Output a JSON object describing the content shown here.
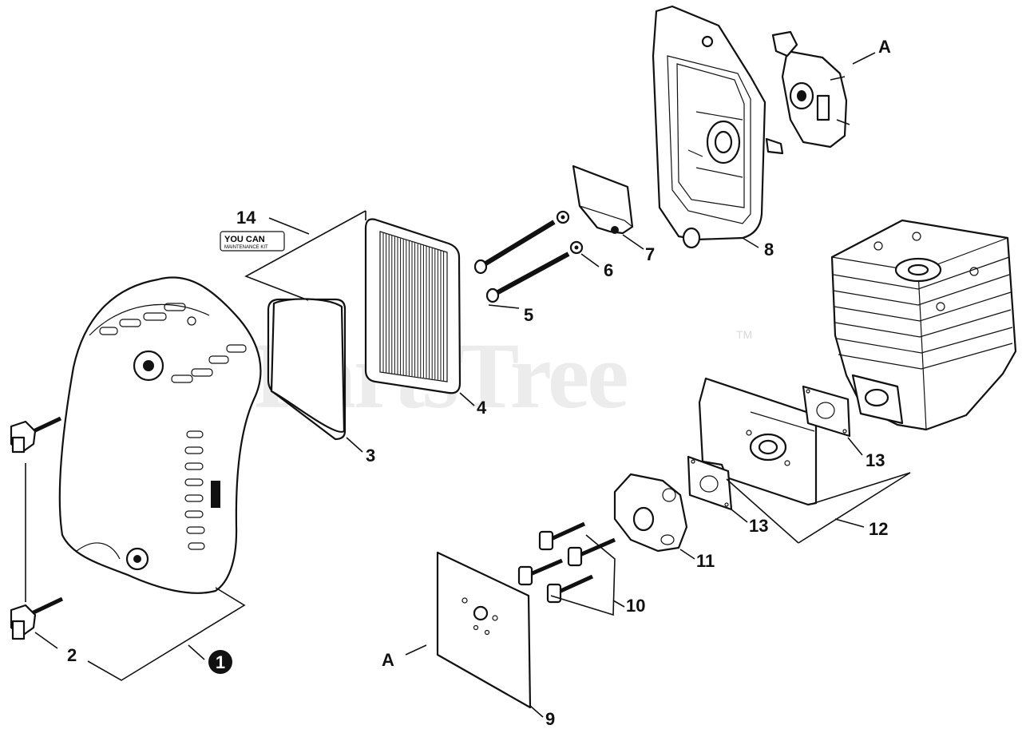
{
  "watermark": {
    "text": "PartsTree",
    "tm": "TM"
  },
  "kit_badge": {
    "title": "YOU CAN",
    "subtitle": "MAINTENANCE KIT"
  },
  "callouts": {
    "p1": "1",
    "p2": "2",
    "p3": "3",
    "p4": "4",
    "p5": "5",
    "p6": "6",
    "p7": "7",
    "p8": "8",
    "p9": "9",
    "p10": "10",
    "p11": "11",
    "p12": "12",
    "p13a": "13",
    "p13b": "13",
    "p14": "14",
    "ref_a_top": "A",
    "ref_a_bottom": "A"
  },
  "colors": {
    "line": "#111111",
    "background": "#ffffff",
    "watermark": "#ececec"
  }
}
